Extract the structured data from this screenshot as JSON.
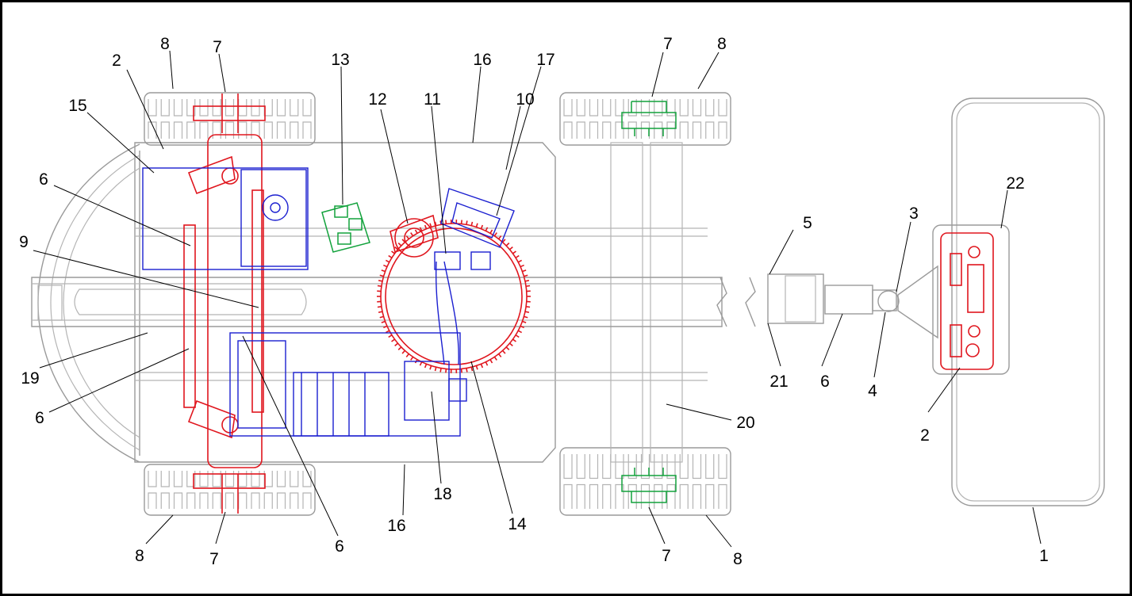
{
  "callouts": {
    "c1": "1",
    "c2a": "2",
    "c2b": "2",
    "c3": "3",
    "c4": "4",
    "c5": "5",
    "c6a": "6",
    "c6b": "6",
    "c6c": "6",
    "c6d": "6",
    "c7a": "7",
    "c7b": "7",
    "c7c": "7",
    "c7d": "7",
    "c8a": "8",
    "c8b": "8",
    "c8c": "8",
    "c8d": "8",
    "c9": "9",
    "c10": "10",
    "c11": "11",
    "c12": "12",
    "c13": "13",
    "c14": "14",
    "c15": "15",
    "c16a": "16",
    "c16b": "16",
    "c17": "17",
    "c18": "18",
    "c19": "19",
    "c20": "20",
    "c21": "21",
    "c22": "22"
  },
  "colors": {
    "outline": "#9a9a9a",
    "steer_drive": "#e0161e",
    "hydraulic_engine": "#1b1fd0",
    "valve_motor": "#12a23c"
  }
}
